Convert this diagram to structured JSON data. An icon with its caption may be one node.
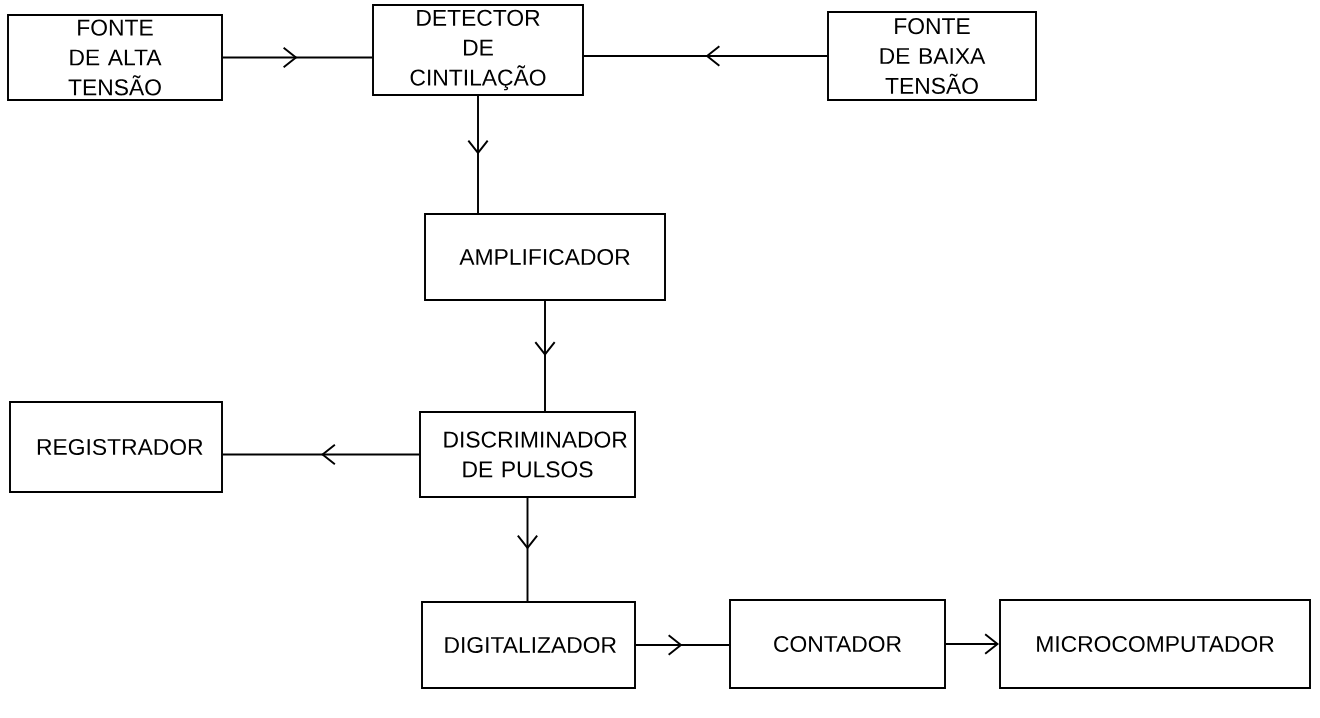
{
  "diagram": {
    "nodes": [
      {
        "text": [
          "FONTE DE ALTA TENSÃO"
        ]
      },
      {
        "text": [
          "DETECTOR DE CINTILAÇÃO"
        ]
      },
      {
        "text": [
          "FONTE DE BAIXA TENSÃO"
        ]
      },
      {
        "text": [
          "AMPLIFICADOR"
        ]
      },
      {
        "text": [
          "DISCRIMINADOR DE PULSOS"
        ]
      },
      {
        "text": [
          "REGISTRADOR"
        ]
      },
      {
        "text": [
          "DIGITALIZADOR"
        ]
      },
      {
        "text": [
          "CONTADOR"
        ]
      },
      {
        "text": [
          "MICROCOMPUTADOR"
        ]
      }
    ],
    "edges": [
      {
        "from": 0,
        "to": 1,
        "arrow": "to"
      },
      {
        "from": 2,
        "to": 1,
        "arrow": "to"
      },
      {
        "from": 1,
        "to": 3,
        "arrow": "to"
      },
      {
        "from": 3,
        "to": 4,
        "arrow": "to"
      },
      {
        "from": 4,
        "to": 5,
        "arrow": "to"
      },
      {
        "from": 4,
        "to": 6,
        "arrow": "to"
      },
      {
        "from": 6,
        "to": 7,
        "arrow": "to"
      },
      {
        "from": 7,
        "to": 8,
        "arrow": "to"
      }
    ]
  }
}
